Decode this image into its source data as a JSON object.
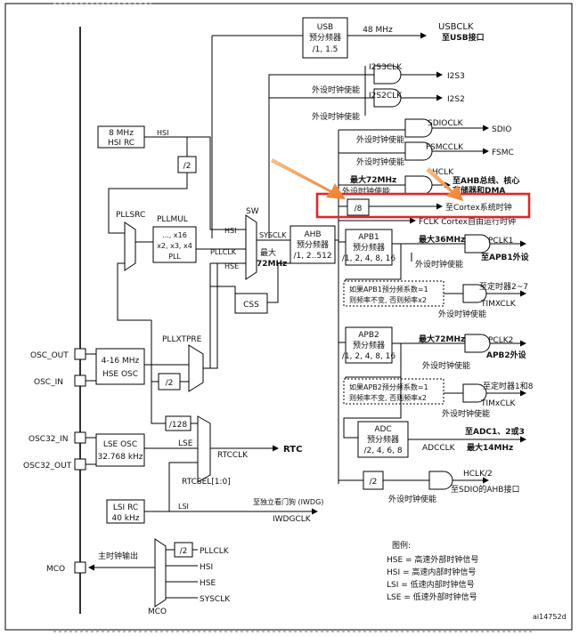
{
  "usb": {
    "name": "USB",
    "sub": "预分频器",
    "ratio": "/1, 1.5",
    "freq": "48 MHz",
    "out": "USBCLK",
    "dest": "至USB接口"
  },
  "i2s3": {
    "clk": "I2S3CLK",
    "out": "I2S3"
  },
  "i2s2": {
    "clk": "I2S2CLK",
    "out": "I2S2"
  },
  "periph_enable": "外设时钟使能",
  "sdio": {
    "clk": "SDIOCLK",
    "out": "SDIO"
  },
  "fsmc": {
    "clk": "FSMCCLK",
    "out": "FSMC"
  },
  "hclk": {
    "label": "HCLK",
    "dest1": "至AHB总线、核心",
    "dest2": "存储器和DMA",
    "max": "最大72MHz"
  },
  "cortex": {
    "div": "/8",
    "dest": "至Cortex系统时钟",
    "free": "FCLK Cortex自由运行时钟"
  },
  "hsi_rc": {
    "l1": "8 MHz",
    "l2": "HSI RC",
    "lbl": "HSI",
    "div": "/2"
  },
  "pll": {
    "src": "PLLSRC",
    "mul": "PLLMUL",
    "l1": "..., x16",
    "l2": "x2, x3, x4",
    "l3": "PLL",
    "xtpre": "PLLXTPRE"
  },
  "sw": {
    "label": "SW",
    "hsi": "HSI",
    "pllclk": "PLLCLK",
    "hse": "HSE",
    "sysclk": "SYSCLK",
    "max1": "最大",
    "max2": "72MHz"
  },
  "ahb": {
    "name": "AHB",
    "sub": "预分频器",
    "ratio": "/1, 2..512"
  },
  "css": "CSS",
  "apb1": {
    "name": "APB1",
    "sub": "预分频器",
    "ratio": "/1, 2, 4, 8, 16",
    "max": "最大36MHz",
    "pclk": "PCLK1",
    "dest": "至APB1外设"
  },
  "tim27": {
    "note1": "如果APB1预分频系数=1",
    "note2": "则频率不变, 否则频率x2",
    "dest": "至定时器2~7",
    "clk": "TIMXCLK"
  },
  "apb2": {
    "name": "APB2",
    "sub": "预分频器",
    "ratio": "/1, 2, 4, 8, 16",
    "max": "最大72MHz",
    "pclk": "PCLK2",
    "dest": "APB2外设"
  },
  "tim18": {
    "note1": "如果APB2预分频系数=1",
    "note2": "则频率不变, 否则频率x2",
    "dest": "至定时器1和8",
    "clk": "TIMxCLK"
  },
  "adc": {
    "name": "ADC",
    "sub": "预分频器",
    "ratio": "/2, 4, 6, 8",
    "dest": "至ADC1、2或3",
    "clk": "ADCCLK",
    "max": "最大14MHz"
  },
  "sdio_ahb": {
    "div": "/2",
    "clk": "HCLK/2",
    "dest": "至SDIO的AHB接口"
  },
  "hse": {
    "out": "OSC_OUT",
    "in": "OSC_IN",
    "l1": "4-16 MHz",
    "l2": "HSE OSC",
    "div": "/2"
  },
  "lse": {
    "in": "OSC32_IN",
    "out": "OSC32_OUT",
    "l1": "LSE OSC",
    "l2": "32.768 kHz",
    "div": "/128",
    "lbl": "LSE"
  },
  "rtc": {
    "clk": "RTCCLK",
    "out": "RTC",
    "sel": "RTCSEL[1:0]"
  },
  "lsi": {
    "l1": "LSI RC",
    "l2": "40 kHz",
    "lbl": "LSI",
    "dest": "至独立看门狗 (IWDG)",
    "clk": "IWDGCLK"
  },
  "mco": {
    "pin": "MCO",
    "main": "主时钟输出",
    "div": "/2",
    "pllclk": "PLLCLK",
    "hsi": "HSI",
    "hse": "HSE",
    "sysclk": "SYSCLK",
    "mux": "MCO"
  },
  "legend": {
    "title": "图例:",
    "hse": "HSE = 高速外部时钟信号",
    "hsi": "HSI = 高速内部时钟信号",
    "lsi": "LSI = 低速内部时钟信号",
    "lse": "LSE = 低速外部时钟信号"
  },
  "figure_id": "ai14752d",
  "colors": {
    "highlight_box": "#e0272b",
    "arrow": "#f08a3c"
  }
}
